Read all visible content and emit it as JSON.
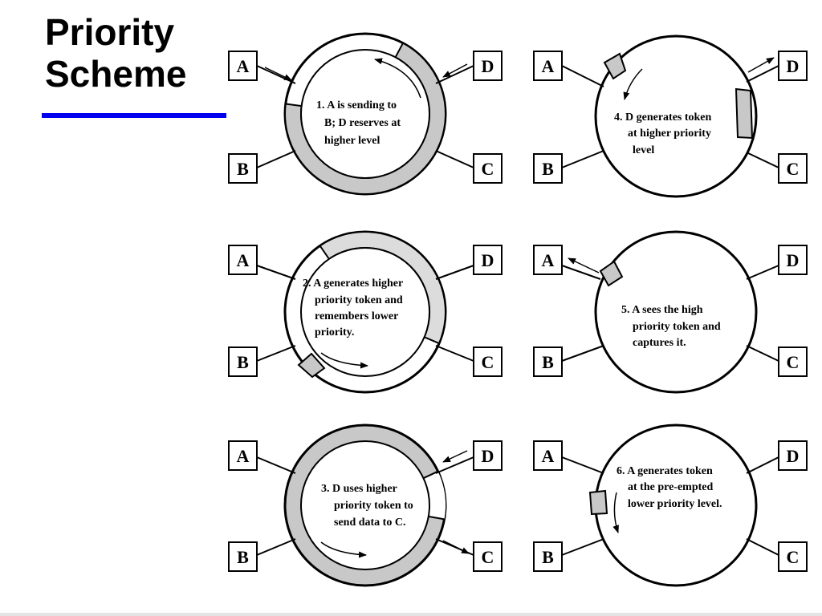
{
  "title": {
    "line1": "Priority",
    "line2": "Scheme"
  },
  "colors": {
    "accent": "#0000ee",
    "ring": "#c8c8c8",
    "ring_light": "#dcdcdc",
    "stroke": "#000000"
  },
  "stations": {
    "a": "A",
    "b": "B",
    "c": "C",
    "d": "D"
  },
  "steps": [
    {
      "lines": [
        "1. A is sending to",
        "B; D reserves at",
        "higher level"
      ]
    },
    {
      "lines": [
        "2. A generates higher",
        "priority token and",
        "remembers lower",
        "priority."
      ]
    },
    {
      "lines": [
        "3. D uses higher",
        "priority token to",
        "send data to C."
      ]
    },
    {
      "lines": [
        "4. D generates token",
        "at higher priority",
        "level"
      ]
    },
    {
      "lines": [
        "5. A sees the high",
        "priority token and",
        "captures it."
      ]
    },
    {
      "lines": [
        "6. A generates token",
        "at the pre-empted",
        "lower priority level."
      ]
    }
  ]
}
